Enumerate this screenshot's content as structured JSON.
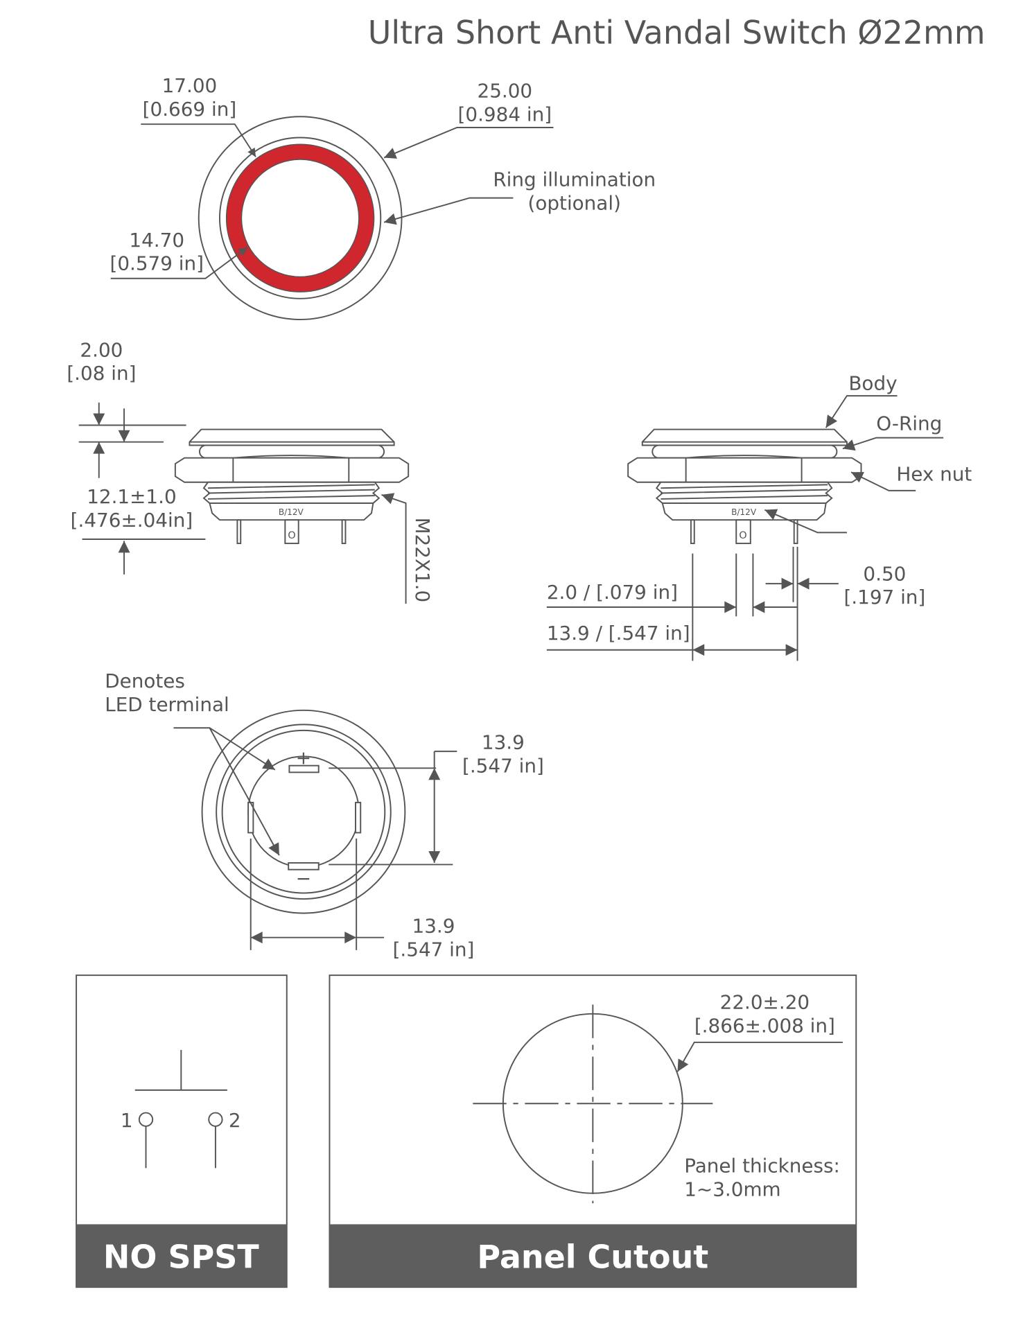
{
  "title": "Ultra Short Anti Vandal Switch Ø22mm",
  "colors": {
    "ring": "#d0262d",
    "line": "#555555",
    "band": "#5e5e5e"
  },
  "top_view": {
    "dim_17": {
      "mm": "17.00",
      "in": "[0.669 in]"
    },
    "dim_25": {
      "mm": "25.00",
      "in": "[0.984 in]"
    },
    "dim_1470": {
      "mm": "14.70",
      "in": "[0.579 in]"
    },
    "ring_label": {
      "line1": "Ring illumination",
      "line2": "(optional)"
    }
  },
  "side_view_left": {
    "dim_2": {
      "mm": "2.00",
      "in": "[.08 in]"
    },
    "dim_121": {
      "mm": "12.1±1.0",
      "in": "[.476±.04in]"
    },
    "thread": "M22X1.0",
    "marking": "B/12V",
    "tab_mark": "O"
  },
  "side_view_right": {
    "body": "Body",
    "oring": "O-Ring",
    "hexnut": "Hex nut",
    "marking": "B/12V",
    "tab_mark": "O",
    "dim_20": "2.0 / [.079 in]",
    "dim_139": "13.9 / [.547 in]",
    "dim_050": {
      "mm": "0.50",
      "in": "[.197 in]"
    }
  },
  "bottom_view": {
    "denotes": {
      "line1": "Denotes",
      "line2": "LED terminal"
    },
    "plus": "+",
    "minus": "−",
    "dim_v": {
      "mm": "13.9",
      "in": "[.547 in]"
    },
    "dim_h": {
      "mm": "13.9",
      "in": "[.547 in]"
    }
  },
  "schematic": {
    "pin1": "1",
    "pin2": "2",
    "caption": "NO SPST"
  },
  "panel": {
    "dim": {
      "mm": "22.0±.20",
      "in": "[.866±.008 in]"
    },
    "thickness": {
      "line1": "Panel thickness:",
      "line2": "1~3.0mm"
    },
    "caption": "Panel Cutout"
  }
}
